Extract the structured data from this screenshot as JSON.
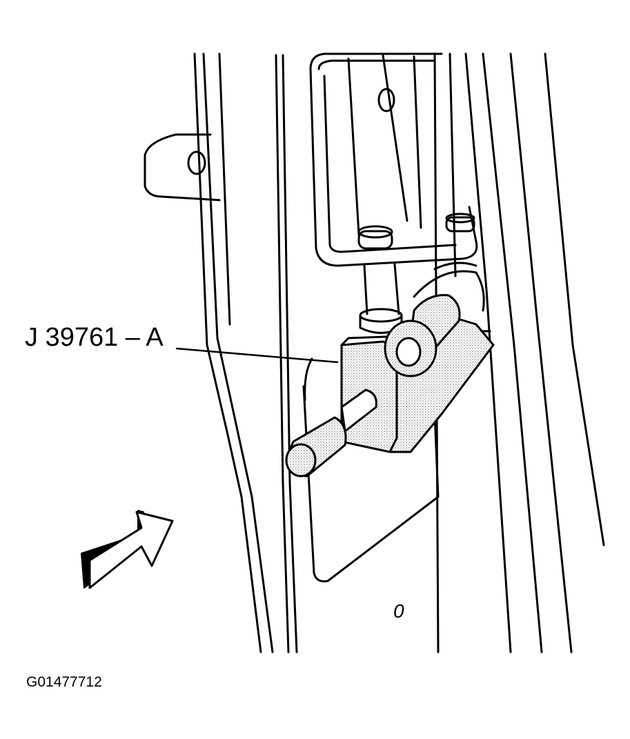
{
  "callout_label": "J 39761 – A",
  "figure_id": "G01477712",
  "part_mark": "0",
  "colors": {
    "line": "#000000",
    "fill": "#ffffff",
    "stipple": "#d4d4d4"
  },
  "icons": [
    "view-direction-arrow-icon"
  ]
}
